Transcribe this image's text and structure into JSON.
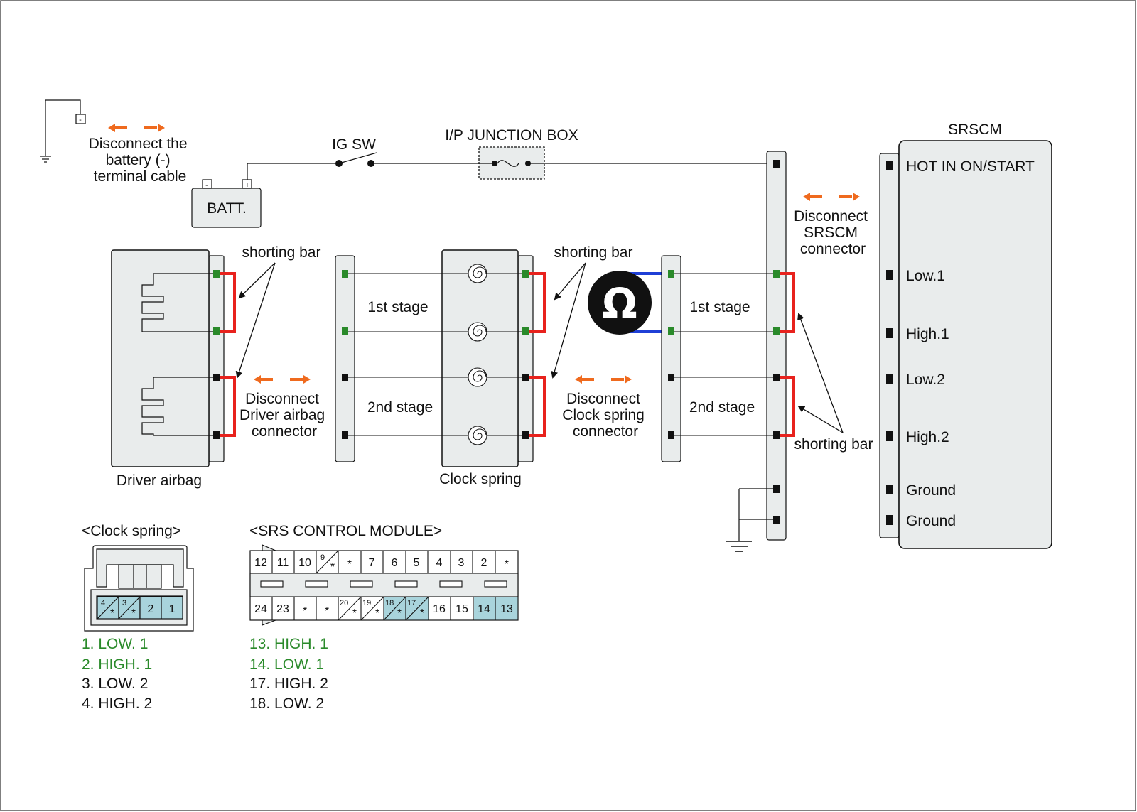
{
  "battery": {
    "box_label": "BATT.",
    "minus_sign": "-",
    "plus_sign": "+",
    "ground_minus": "-",
    "disconnect_lines": [
      "Disconnect the",
      "battery (-)",
      "terminal cable"
    ]
  },
  "ig_switch_label": "IG SW",
  "junction_box_label": "I/P JUNCTION BOX",
  "srscm": {
    "title": "SRSCM",
    "pins": [
      "HOT IN ON/START",
      "Low.1",
      "High.1",
      "Low.2",
      "High.2",
      "Ground",
      "Ground"
    ],
    "disconnect_lines": [
      "Disconnect",
      "SRSCM",
      "connector"
    ]
  },
  "driver_airbag": {
    "label": "Driver airbag",
    "disconnect_lines": [
      "Disconnect",
      "Driver airbag",
      "connector"
    ]
  },
  "clock_spring": {
    "label": "Clock spring",
    "disconnect_lines": [
      "Disconnect",
      "Clock spring",
      "connector"
    ]
  },
  "shorting_bar_label": "shorting bar",
  "stage_labels": {
    "first": "1st stage",
    "second": "2nd stage"
  },
  "ohm_symbol": "Ω",
  "clock_spring_connector": {
    "title": "<Clock spring>",
    "cells": [
      "4",
      "*",
      "3",
      "*",
      "2",
      "1"
    ],
    "legend": [
      "1. LOW. 1",
      "2. HIGH. 1",
      "3. LOW. 2",
      "4. HIGH. 2"
    ]
  },
  "srs_module_connector": {
    "title": "<SRS CONTROL MODULE>",
    "top_row": [
      "12",
      "11",
      "10",
      "9",
      "*",
      "*",
      "7",
      "6",
      "5",
      "4",
      "3",
      "2",
      "*"
    ],
    "bottom_row": [
      "24",
      "23",
      "*",
      "*",
      "20",
      "19",
      "18",
      "17",
      "16",
      "15",
      "14",
      "13"
    ],
    "legend": [
      "13. HIGH. 1",
      "14. LOW. 1",
      "17. HIGH. 2",
      "18. LOW. 2"
    ]
  },
  "colors": {
    "shorting_bar": "#e8221d",
    "meter_lead": "#1f3fd6",
    "active_terminal": "#2a8a2a",
    "terminal": "#111111",
    "arrow": "#ef6a1e",
    "component_fill": "#e9ecec",
    "highlight_cell": "#a9d4dc",
    "legend_green": "#2a8a2a"
  }
}
